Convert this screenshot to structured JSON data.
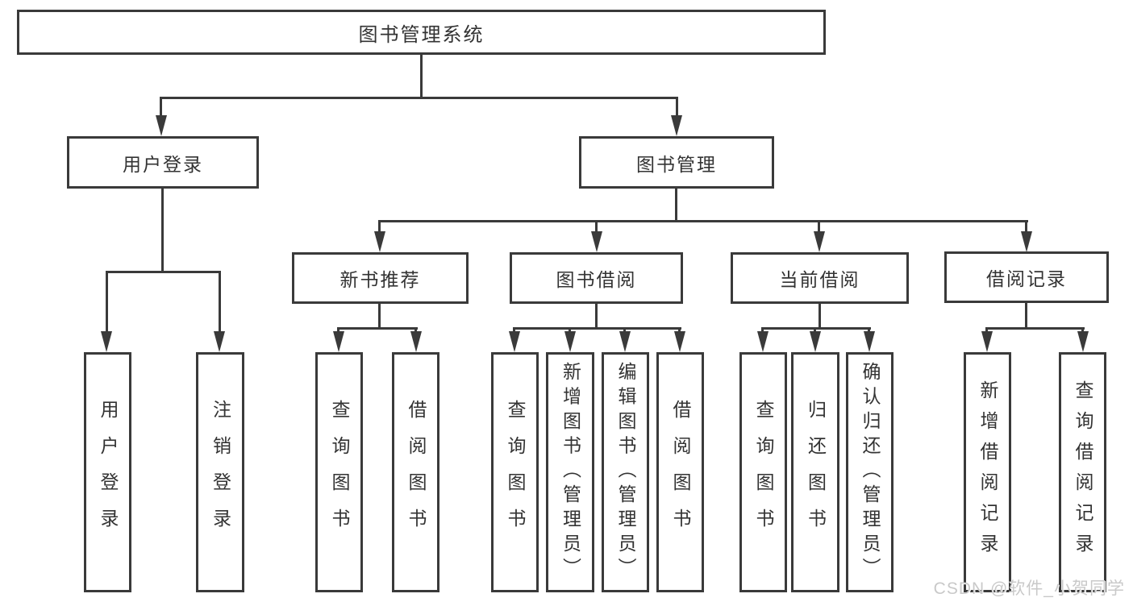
{
  "diagram": {
    "watermark": {
      "text": "CSDN @软件_小贺同学"
    },
    "colors": {
      "line": "#3a3a3a",
      "text": "#333333",
      "background": "#ffffff",
      "watermark": "#c9c9c9"
    },
    "tree": {
      "root": {
        "label": "图书管理系统",
        "children": [
          {
            "label": "用户登录",
            "children": [
              {
                "label": "用户登录"
              },
              {
                "label": "注销登录"
              }
            ]
          },
          {
            "label": "图书管理",
            "children": [
              {
                "label": "新书推荐",
                "children": [
                  {
                    "label": "查询图书"
                  },
                  {
                    "label": "借阅图书"
                  }
                ]
              },
              {
                "label": "图书借阅",
                "children": [
                  {
                    "label": "查询图书"
                  },
                  {
                    "label": "新增图书（管理员）"
                  },
                  {
                    "label": "编辑图书（管理员）"
                  },
                  {
                    "label": "借阅图书"
                  }
                ]
              },
              {
                "label": "当前借阅",
                "children": [
                  {
                    "label": "查询图书"
                  },
                  {
                    "label": "归还图书"
                  },
                  {
                    "label": "确认归还（管理员）"
                  }
                ]
              },
              {
                "label": "借阅记录",
                "children": [
                  {
                    "label": "新增借阅记录"
                  },
                  {
                    "label": "查询借阅记录"
                  }
                ]
              }
            ]
          }
        ]
      }
    }
  }
}
